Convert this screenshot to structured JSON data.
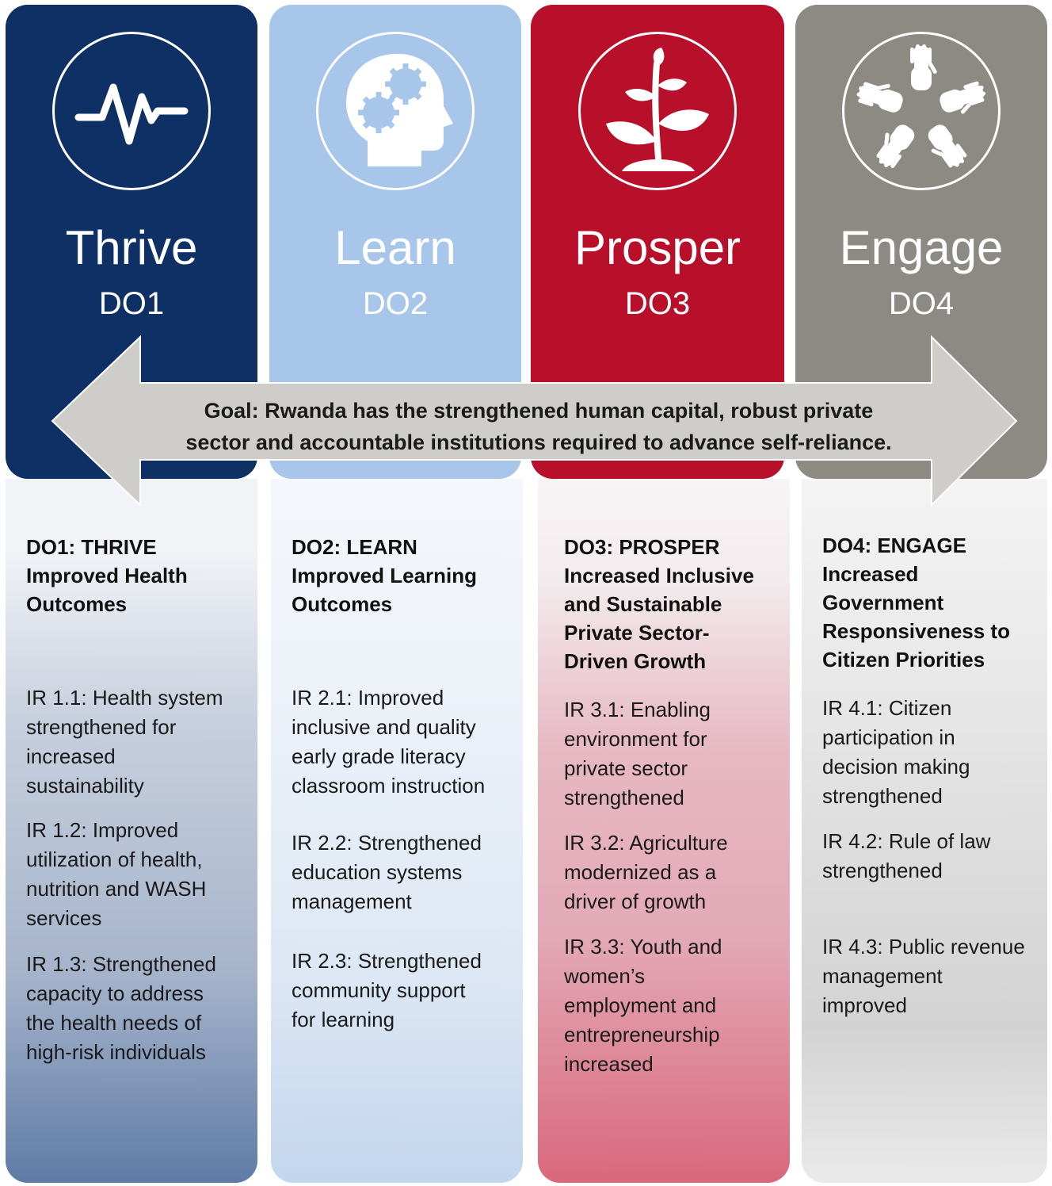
{
  "colors": {
    "thrive": "#0e3064",
    "learn": "#a8c5ea",
    "prosper": "#b8102b",
    "engage": "#8d8a83",
    "arrow": "#cecdc9"
  },
  "pillars": [
    {
      "name": "Thrive",
      "code": "DO1",
      "icon": "heartbeat-icon"
    },
    {
      "name": "Learn",
      "code": "DO2",
      "icon": "head-gears-icon"
    },
    {
      "name": "Prosper",
      "code": "DO3",
      "icon": "sprout-icon"
    },
    {
      "name": "Engage",
      "code": "DO4",
      "icon": "hands-circle-icon"
    }
  ],
  "goal": {
    "line1": "Goal: Rwanda has the strengthened human capital, robust private",
    "line2": "sector and accountable institutions required to advance self-reliance."
  },
  "details": [
    {
      "title_lines": [
        "DO1: THRIVE",
        "Improved Health",
        "Outcomes"
      ],
      "irs": [
        [
          "IR 1.1: Health system",
          "strengthened for",
          "increased",
          "sustainability"
        ],
        [
          "IR 1.2: Improved",
          "utilization of health,",
          "nutrition and WASH",
          "services"
        ],
        [
          "IR 1.3: Strengthened",
          "capacity to address",
          "the health needs of",
          "high-risk individuals"
        ]
      ]
    },
    {
      "title_lines": [
        "DO2: LEARN",
        "Improved Learning",
        "Outcomes"
      ],
      "irs": [
        [
          "IR 2.1: Improved",
          "inclusive and quality",
          "early grade literacy",
          "classroom instruction"
        ],
        [
          "IR 2.2: Strengthened",
          "education systems",
          "management"
        ],
        [
          "IR 2.3: Strengthened",
          "community support",
          "for learning"
        ]
      ]
    },
    {
      "title_lines": [
        "DO3: PROSPER",
        "Increased Inclusive",
        "and Sustainable",
        "Private Sector-",
        "Driven Growth"
      ],
      "irs": [
        [
          "IR 3.1: Enabling",
          "environment for",
          "private sector",
          "strengthened"
        ],
        [
          "IR 3.2: Agriculture",
          "modernized as a",
          "driver of growth"
        ],
        [
          "IR 3.3: Youth and",
          "women’s",
          "employment and",
          "entrepreneurship",
          "increased"
        ]
      ]
    },
    {
      "title_lines": [
        "DO4: ENGAGE",
        "Increased",
        "Government",
        "Responsiveness to",
        "Citizen Priorities"
      ],
      "irs": [
        [
          "IR 4.1: Citizen",
          "participation in",
          "decision making",
          "strengthened"
        ],
        [
          "IR 4.2: Rule of law",
          "strengthened"
        ],
        [
          "IR 4.3: Public revenue",
          "management",
          "improved"
        ]
      ]
    }
  ]
}
